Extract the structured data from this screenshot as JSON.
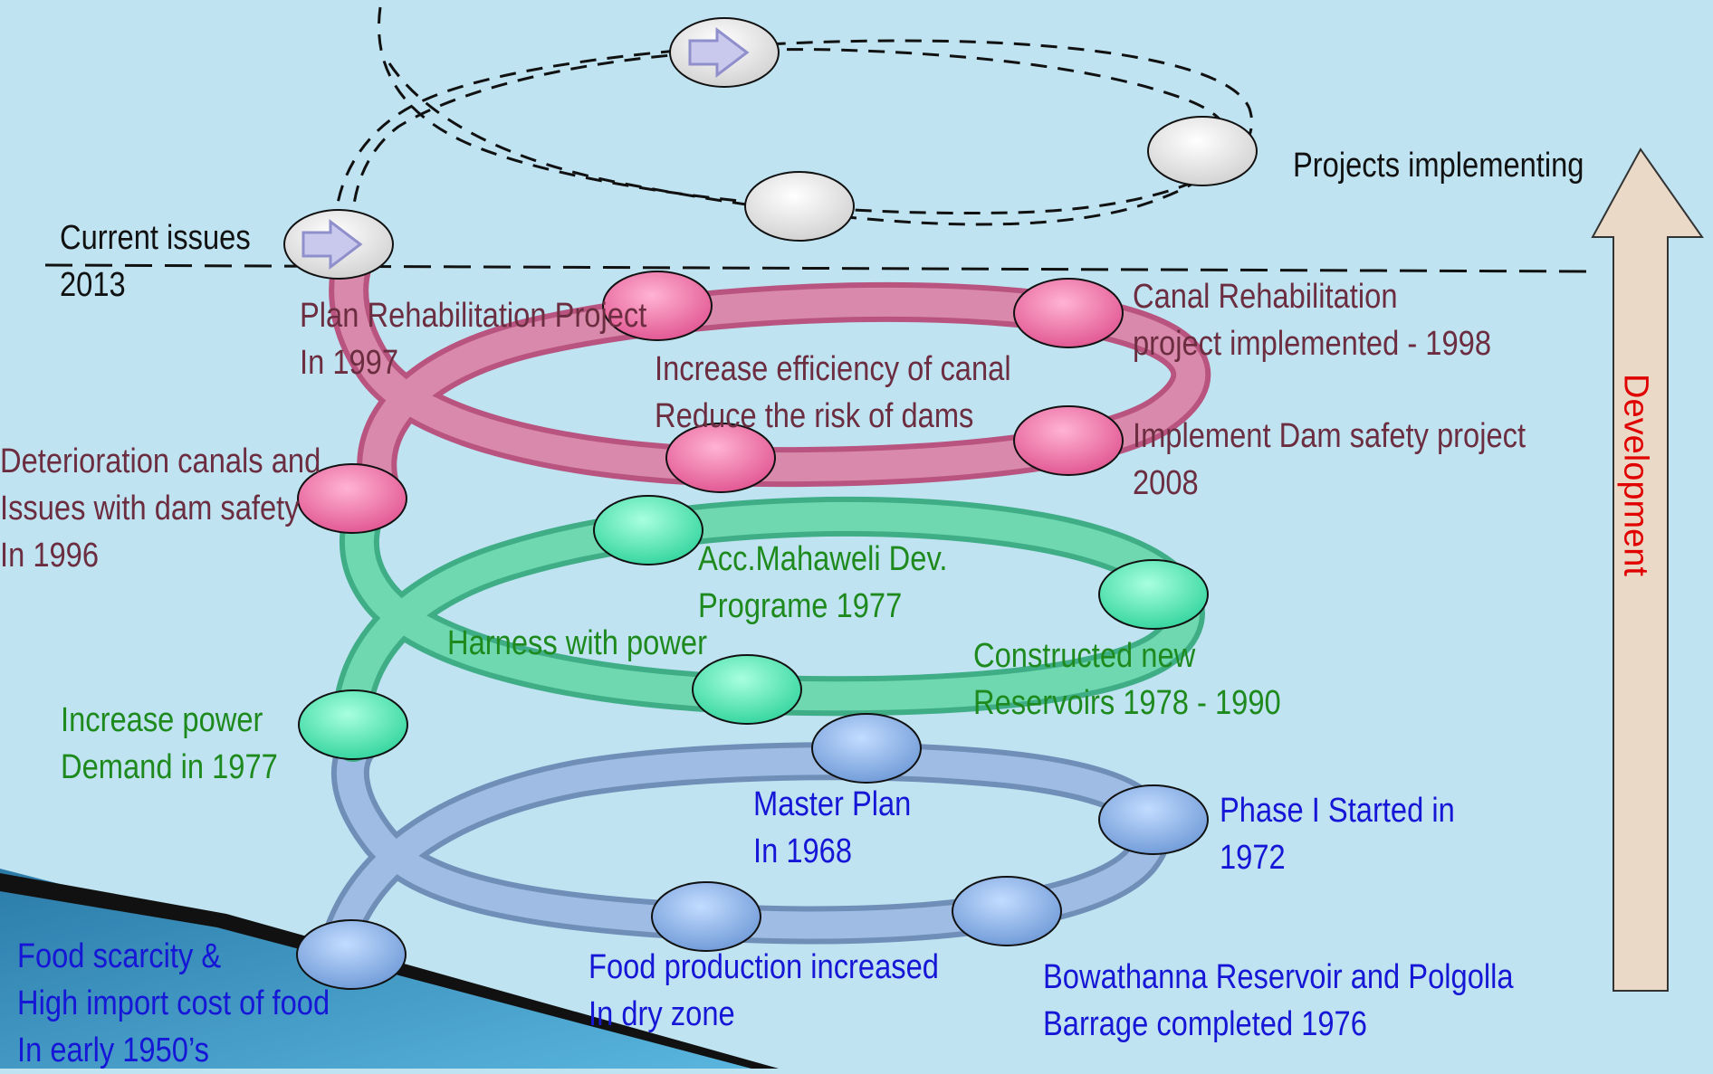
{
  "labels": {
    "current_issues": [
      "Current issues",
      "2013"
    ],
    "projects_implementing": "Projects implementing",
    "development": "Development",
    "plan_rehab": [
      "Plan Rehabilitation Project",
      "In 1997"
    ],
    "canal_rehab": [
      "Canal Rehabilitation",
      " project implemented - 1998"
    ],
    "increase_efficiency": [
      "Increase efficiency of canal",
      "Reduce the risk of dams"
    ],
    "dam_safety": [
      "Implement Dam safety project",
      "2008"
    ],
    "deterioration": [
      "Deterioration canals and",
      "Issues with dam safety",
      "In 1996"
    ],
    "acc_mahaweli": [
      "Acc.Mahaweli Dev.",
      " Programe  1977"
    ],
    "harness_power": "Harness with power",
    "constructed_reservoirs": [
      "Constructed new",
      "Reservoirs 1978 - 1990"
    ],
    "increase_power": [
      "Increase power",
      "Demand in 1977"
    ],
    "master_plan": [
      " Master Plan",
      "In 1968"
    ],
    "phase_one": [
      "Phase I Started in",
      "1972"
    ],
    "food_scarcity": [
      "Food scarcity &",
      "High import cost of food",
      "In early 1950’s"
    ],
    "food_production": [
      "Food production increased",
      "In dry zone"
    ],
    "bowathanna": [
      "Bowathanna Reservoir and Polgolla",
      "Barrage completed  1976"
    ]
  },
  "colors": {
    "background": "#bfe3f1",
    "pink_band": "#d7749b",
    "green_band": "#5fcaa2",
    "blue_band": "#86a8d2",
    "pink_text": "#6b2d3f",
    "green_text": "#1e8a1e",
    "blue_text": "#1616d6",
    "development_text": "#e00000",
    "arrow_fill": "#ead9c6"
  }
}
